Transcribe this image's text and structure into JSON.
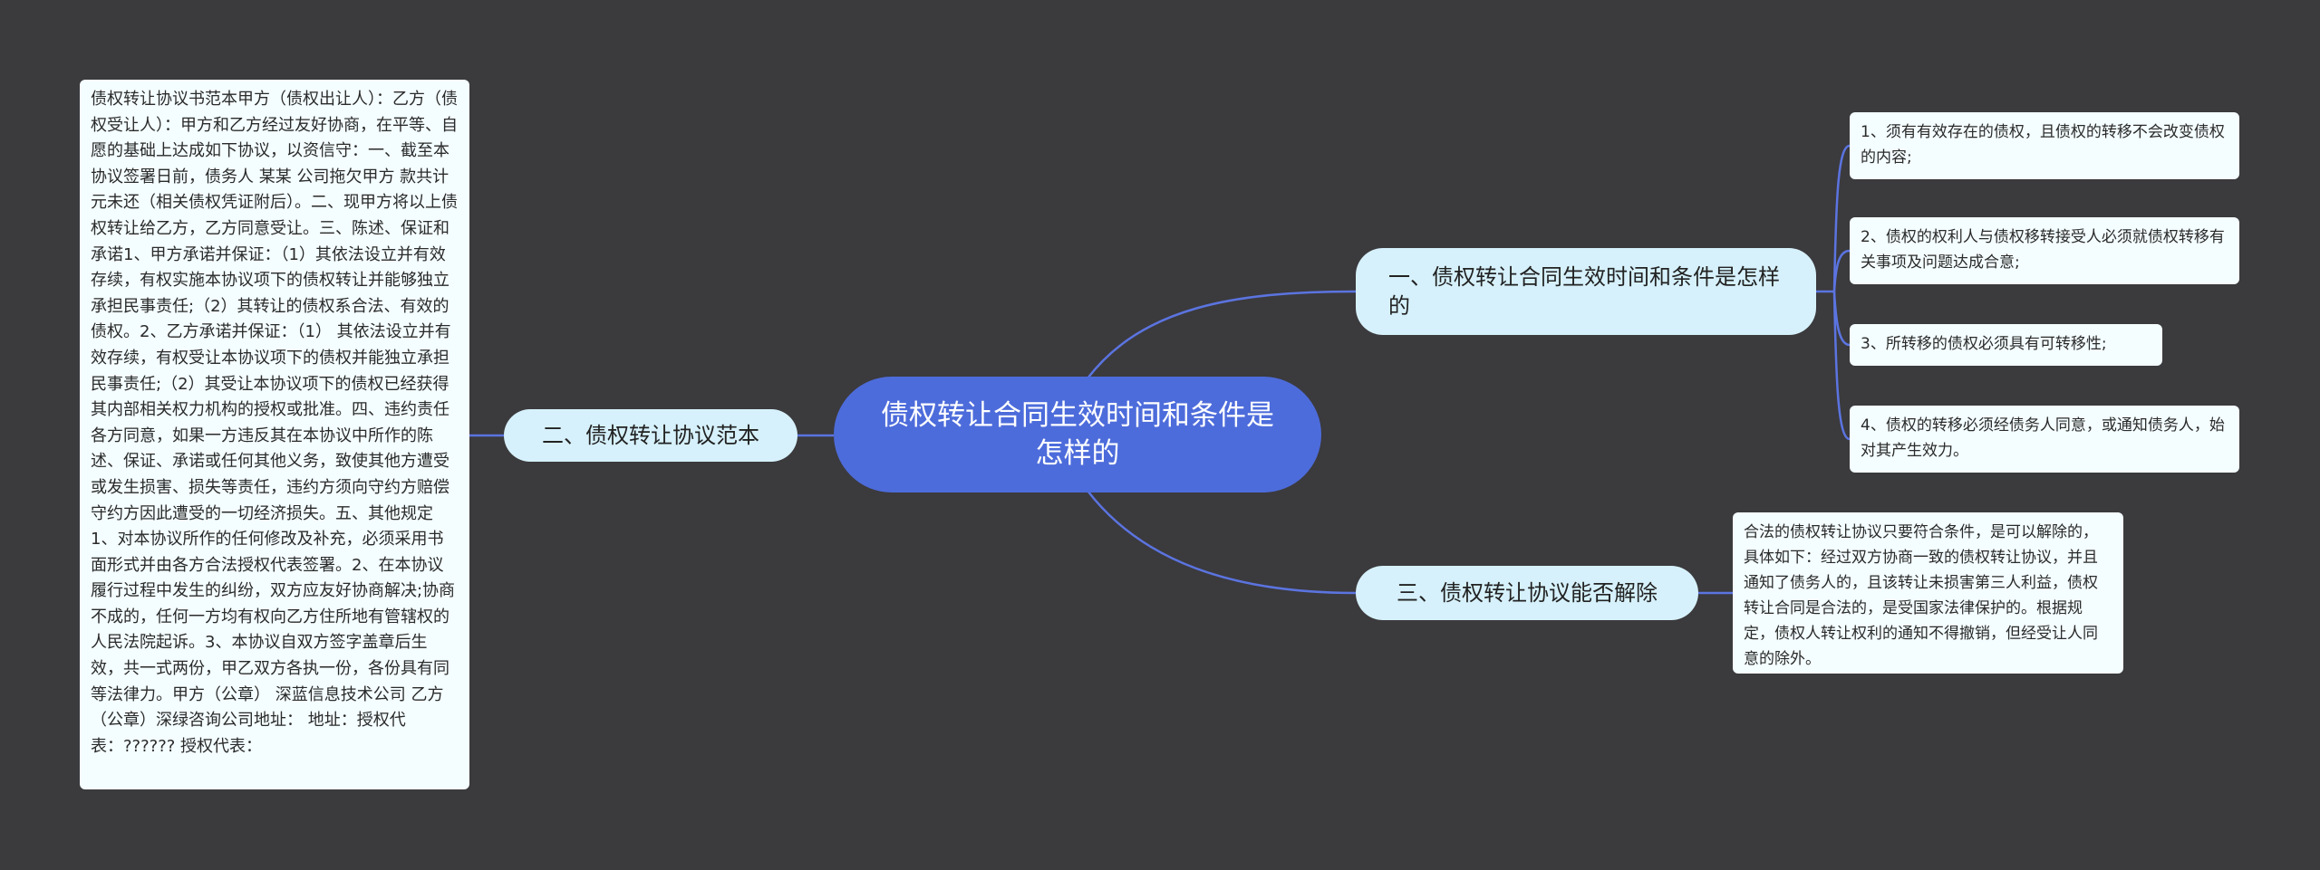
{
  "root": {
    "label": "债权转让合同生效时间和条件是怎样的"
  },
  "branches": [
    {
      "label": "一、债权转让合同生效时间和条件是怎样的",
      "children": [
        "1、须有有效存在的债权，且债权的转移不会改变债权的内容;",
        "2、债权的权利人与债权移转接受人必须就债权转移有关事项及问题达成合意;",
        "3、所转移的债权必须具有可转移性;",
        "4、债权的转移必须经债务人同意，或通知债务人，始对其产生效力。"
      ]
    },
    {
      "label": "二、债权转让协议范本",
      "children": [
        "债权转让协议书范本甲方（债权出让人）：乙方（债权受让人）：甲方和乙方经过友好协商，在平等、自愿的基础上达成如下协议，以资信守：一、截至本协议签署日前，债务人 某某 公司拖欠甲方 款共计 元未还（相关债权凭证附后）。二、现甲方将以上债权转让给乙方，乙方同意受让。三、陈述、保证和承诺1、甲方承诺并保证：（1）其依法设立并有效存续，有权实施本协议项下的债权转让并能够独立承担民事责任;（2）其转让的债权系合法、有效的债权。2、乙方承诺并保证：（1） 其依法设立并有效存续，有权受让本协议项下的债权并能独立承担民事责任;（2）其受让本协议项下的债权已经获得其内部相关权力机构的授权或批准。四、违约责任各方同意，如果一方违反其在本协议中所作的陈述、保证、承诺或任何其他义务，致使其他方遭受或发生损害、损失等责任，违约方须向守约方赔偿守约方因此遭受的一切经济损失。五、其他规定1、对本协议所作的任何修改及补充，必须采用书面形式并由各方合法授权代表签署。2、在本协议履行过程中发生的纠纷，双方应友好协商解决;协商不成的，任何一方均有权向乙方住所地有管辖权的人民法院起诉。3、本协议自双方签字盖章后生效，共一式两份，甲乙双方各执一份，各份具有同等法律力。甲方（公章） 深蓝信息技术公司 乙方（公章）深绿咨询公司地址： 地址：授权代表：?????? 授权代表："
      ]
    },
    {
      "label": "三、债权转让协议能否解除",
      "children": [
        "合法的债权转让协议只要符合条件，是可以解除的，具体如下：经过双方协商一致的债权转让协议，并且通知了债务人的，且该转让未损害第三人利益，债权转让合同是合法的，是受国家法律保护的。根据规定，债权人转让权利的通知不得撤销，但经受让人同意的除外。"
      ]
    }
  ],
  "colors": {
    "background": "#3b3a3d",
    "root_fill": "#4d6cdb",
    "branch_fill": "#d6f1fb",
    "leaf_fill": "#f4fdff",
    "connector": "#5b74e0"
  }
}
